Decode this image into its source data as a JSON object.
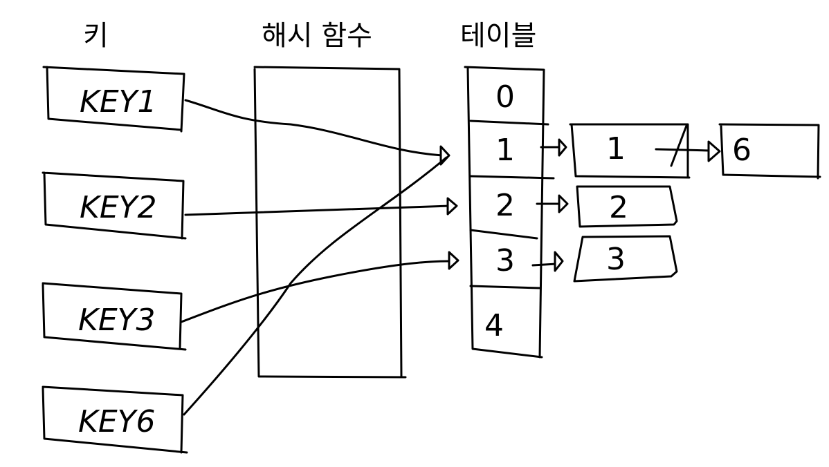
{
  "headings": {
    "keys": "키",
    "hash_function": "해시 함수",
    "table": "테이블"
  },
  "keys": [
    "KEY1",
    "KEY2",
    "KEY3",
    "KEY6"
  ],
  "buckets": [
    "0",
    "1",
    "2",
    "3",
    "4"
  ],
  "chains": [
    {
      "bucket": "1",
      "nodes": [
        "1",
        "6"
      ]
    },
    {
      "bucket": "2",
      "nodes": [
        "2"
      ]
    },
    {
      "bucket": "3",
      "nodes": [
        "3"
      ]
    }
  ],
  "mappings": [
    {
      "key": "KEY1",
      "bucket": "1"
    },
    {
      "key": "KEY2",
      "bucket": "2"
    },
    {
      "key": "KEY3",
      "bucket": "3"
    },
    {
      "key": "KEY6",
      "bucket": "1"
    }
  ]
}
